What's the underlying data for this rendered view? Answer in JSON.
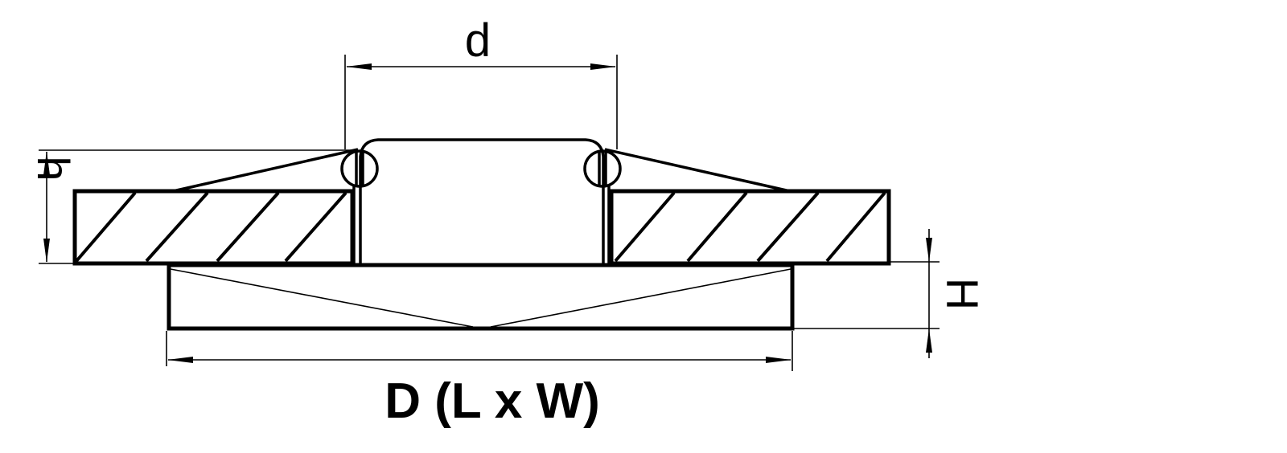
{
  "labels": {
    "d": "d",
    "h": "h",
    "H": "H",
    "D": "D (L x W)"
  },
  "colors": {
    "line": "#000000",
    "background": "#ffffff"
  }
}
